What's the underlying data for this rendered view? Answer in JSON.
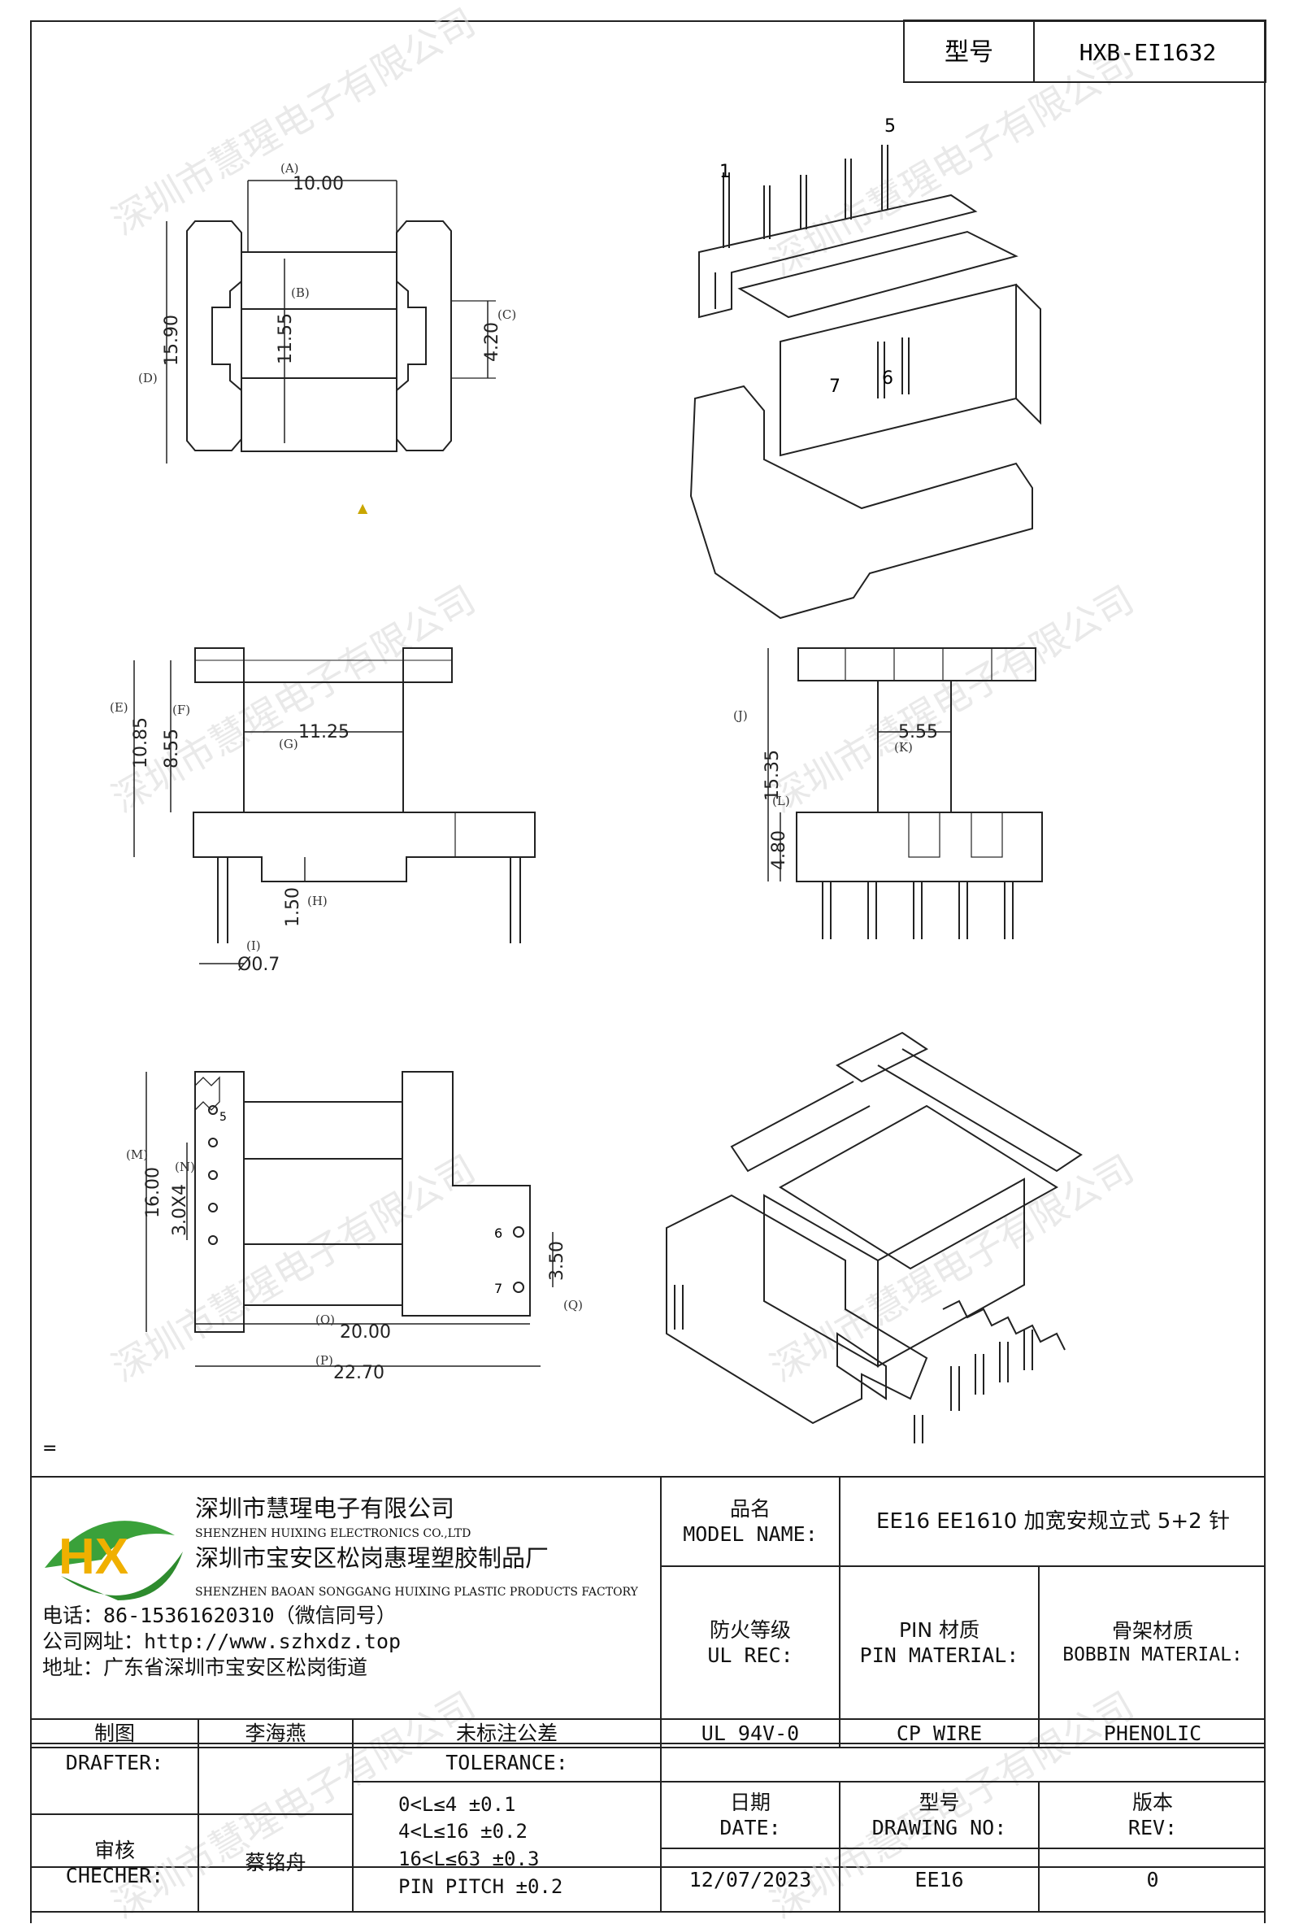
{
  "watermark": "深圳市慧瑆电子有限公司",
  "model_box": {
    "label": "型号",
    "value": "HXB-EI1632"
  },
  "top_view": {
    "A": "(A)",
    "A_val": "10.00",
    "B": "(B)",
    "B_val": "11.55",
    "C": "(C)",
    "C_val": "4.20",
    "D": "(D)",
    "D_val": "15.90"
  },
  "iso_top": {
    "pin1": "1",
    "pin5": "5",
    "pin7": "7",
    "pin6": "6"
  },
  "side_view": {
    "E": "(E)",
    "E_val": "10.85",
    "F": "(F)",
    "F_val": "8.55",
    "G": "(G)",
    "G_val": "11.25",
    "H": "(H)",
    "H_val": "1.50",
    "I": "(I)",
    "I_val": "Ø0.7"
  },
  "end_view": {
    "J": "(J)",
    "J_val": "15.35",
    "K": "(K)",
    "K_val": "5.55",
    "L": "(L)",
    "L_val": "4.80"
  },
  "bottom_view": {
    "M": "(M)",
    "M_val": "16.00",
    "N": "(N)",
    "N_val": "3.0X4",
    "O": "(O)",
    "O_val": "20.00",
    "P": "(P)",
    "P_val": "22.70",
    "Q": "(Q)",
    "Q_val": "3.50",
    "pin5": "5",
    "pin6": "6",
    "pin7": "7"
  },
  "stray_mark": "=",
  "company": {
    "name_cn": "深圳市慧瑆电子有限公司",
    "name_en": "SHENZHEN HUIXING ELECTRONICS CO.,LTD",
    "factory_cn": "深圳市宝安区松岗惠瑆塑胶制品厂",
    "factory_en": "SHENZHEN BAOAN SONGGANG HUIXING PLASTIC PRODUCTS FACTORY",
    "phone": "电话：86-15361620310（微信同号）",
    "website": "公司网址：http://www.szhxdz.top",
    "address": "地址：广东省深圳市宝安区松岗街道",
    "logo_text": "HX"
  },
  "title_block": {
    "product_name_label_cn": "品名",
    "product_name_label_en": "MODEL NAME:",
    "product_name": "EE16 EE1610 加宽安规立式 5+2 针",
    "fire_label_cn": "防火等级",
    "fire_label_en": "UL REC:",
    "pin_label_cn": "PIN 材质",
    "pin_label_en": "PIN MATERIAL:",
    "bobbin_label_cn": "骨架材质",
    "bobbin_label_en": "BOBBIN MATERIAL:",
    "drafter_label_cn": "制图",
    "drafter_name": "李海燕",
    "tolerance_label_cn": "未标注公差",
    "ul_value": "UL 94V-0",
    "pin_value": "CP WIRE",
    "bobbin_value": "PHENOLIC",
    "drafter_label_en": "DRAFTER:",
    "tolerance_label_en": "TOLERANCE:",
    "checker_label_cn": "审核",
    "checker_label_en": "CHECHER:",
    "checker_name": "蔡铭舟",
    "tolerances": [
      "0<L≤4  ±0.1",
      "4<L≤16 ±0.2",
      "16<L≤63 ±0.3",
      "PIN PITCH ±0.2"
    ],
    "date_label_cn": "日期",
    "date_label_en": "DATE:",
    "date_value": "12/07/2023",
    "drawing_label_cn": "型号",
    "drawing_label_en": "DRAWING NO:",
    "drawing_value": "EE16",
    "rev_label_cn": "版本",
    "rev_label_en": "REV:",
    "rev_value": "0"
  }
}
